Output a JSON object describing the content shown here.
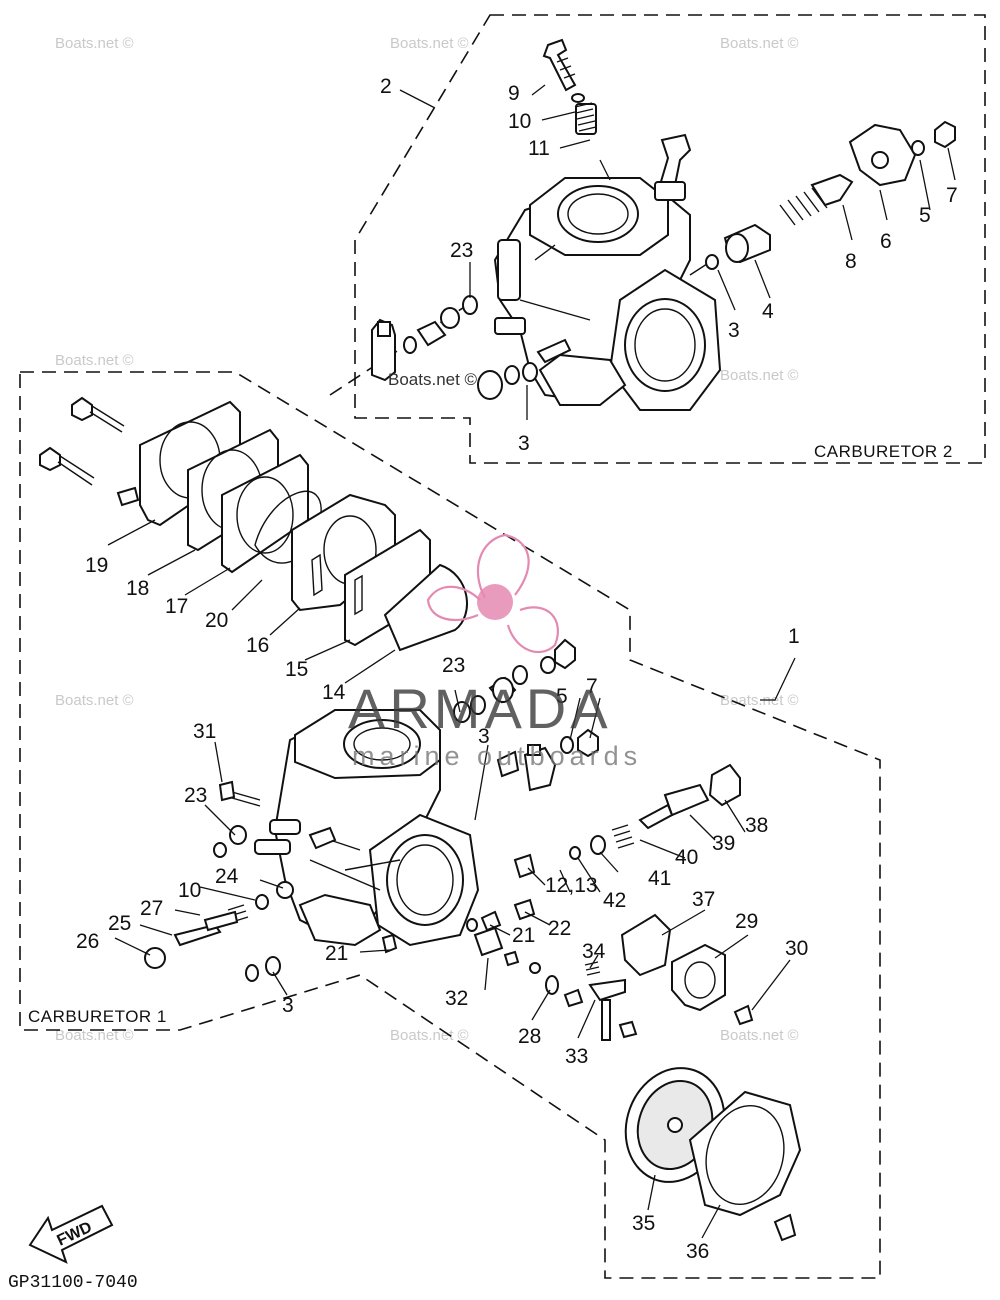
{
  "diagram": {
    "code": "GP31100-7040",
    "boxes": {
      "carb1": "CARBURETOR 1",
      "carb2": "CARBURETOR 2"
    },
    "fwd_label": "FWD",
    "callouts": {
      "c1": "1",
      "c2": "2",
      "c9": "9",
      "c10a": "10",
      "c11": "11",
      "c23a": "23",
      "c3a": "3",
      "c3b": "3",
      "c4": "4",
      "c5a": "5",
      "c6": "6",
      "c7a": "7",
      "c8": "8",
      "c19": "19",
      "c18": "18",
      "c17": "17",
      "c20": "20",
      "c16": "16",
      "c15": "15",
      "c14": "14",
      "c23b": "23",
      "c5b": "5",
      "c7b": "7",
      "c3c": "3",
      "c31": "31",
      "c23c": "23",
      "c24": "24",
      "c10b": "10",
      "c27": "27",
      "c25": "25",
      "c26": "26",
      "c21a": "21",
      "c21b": "21",
      "c3d": "3",
      "c22": "22",
      "c12_13": "12,13",
      "c38": "38",
      "c39": "39",
      "c40": "40",
      "c41": "41",
      "c42": "42",
      "c37": "37",
      "c29": "29",
      "c30": "30",
      "c34": "34",
      "c32": "32",
      "c28": "28",
      "c33": "33",
      "c35": "35",
      "c36": "36"
    }
  },
  "overlay": {
    "brand": "ARMADA",
    "brand_sub": "marine outboards",
    "watermark": "Boats.net ©",
    "watermark_center": "Boats.net ©"
  }
}
